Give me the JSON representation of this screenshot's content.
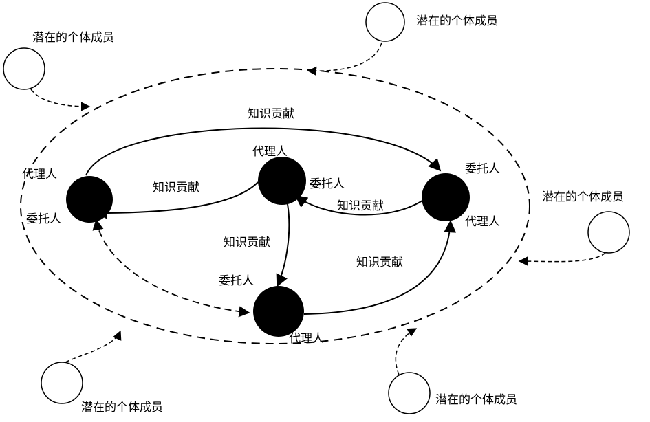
{
  "labels": {
    "potential_member": "潜在的个体成员",
    "agent": "代理人",
    "principal": "委托人",
    "knowledge_contribution": "知识贡献"
  },
  "colors": {
    "node_fill": "#000000",
    "line": "#000000",
    "background": "#ffffff"
  }
}
